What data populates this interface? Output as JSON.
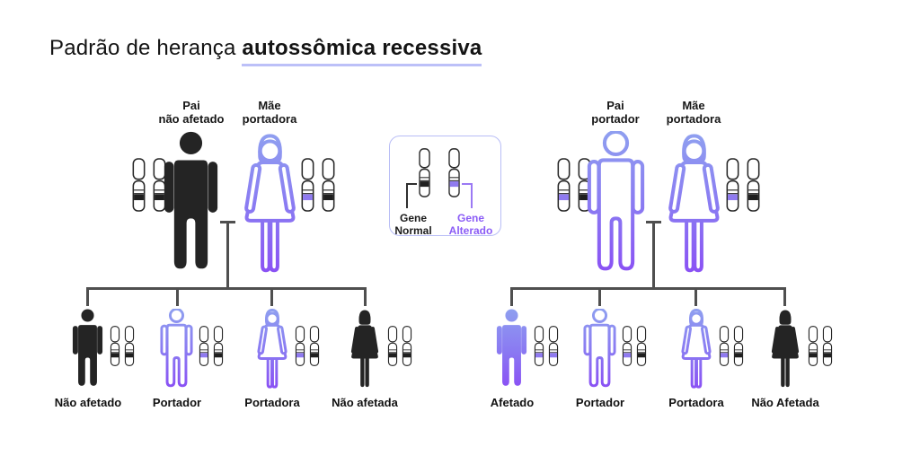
{
  "title": {
    "prefix": "Padrão de herança ",
    "highlight": "autossômica recessiva"
  },
  "legend": {
    "gene_normal": {
      "line1": "Gene",
      "line2": "Normal"
    },
    "gene_altered": {
      "line1": "Gene",
      "line2": "Alterado"
    }
  },
  "families": [
    {
      "side": "left",
      "father": {
        "label_line1": "Pai",
        "label_line2": "não afetado",
        "status": "não afetado",
        "figure": "black-filled",
        "chromosome_bands": [
          "normal",
          "normal"
        ]
      },
      "mother": {
        "label_line1": "Mãe",
        "label_line2": "portadora",
        "status": "portadora",
        "figure": "purple-outline",
        "chromosome_bands": [
          "altered",
          "normal"
        ]
      },
      "children": [
        {
          "label": "Não afetado",
          "sex": "male",
          "status": "não afetado",
          "figure": "black-filled",
          "chromosome_bands": [
            "normal",
            "normal"
          ]
        },
        {
          "label": "Portador",
          "sex": "male",
          "status": "portador",
          "figure": "purple-outline",
          "chromosome_bands": [
            "altered",
            "normal"
          ]
        },
        {
          "label": "Portadora",
          "sex": "female",
          "status": "portadora",
          "figure": "purple-outline",
          "chromosome_bands": [
            "altered",
            "normal"
          ]
        },
        {
          "label": "Não afetada",
          "sex": "female",
          "status": "não afetada",
          "figure": "black-filled",
          "chromosome_bands": [
            "normal",
            "normal"
          ]
        }
      ]
    },
    {
      "side": "right",
      "father": {
        "label_line1": "Pai",
        "label_line2": "portador",
        "status": "portador",
        "figure": "purple-outline",
        "chromosome_bands": [
          "altered",
          "normal"
        ]
      },
      "mother": {
        "label_line1": "Mãe",
        "label_line2": "portadora",
        "status": "portadora",
        "figure": "purple-outline",
        "chromosome_bands": [
          "altered",
          "normal"
        ]
      },
      "children": [
        {
          "label": "Afetado",
          "sex": "male",
          "status": "afetado",
          "figure": "purple-filled",
          "chromosome_bands": [
            "altered",
            "altered"
          ]
        },
        {
          "label": "Portador",
          "sex": "male",
          "status": "portador",
          "figure": "purple-outline",
          "chromosome_bands": [
            "altered",
            "normal"
          ]
        },
        {
          "label": "Portadora",
          "sex": "female",
          "status": "portadora",
          "figure": "purple-outline",
          "chromosome_bands": [
            "altered",
            "normal"
          ]
        },
        {
          "label": "Não Afetada",
          "sex": "female",
          "status": "não afetada",
          "figure": "black-filled",
          "chromosome_bands": [
            "normal",
            "normal"
          ]
        }
      ]
    }
  ],
  "colors": {
    "accent_purple": "#8B5CF6",
    "figure_gradient_top": "#8F9FF0",
    "figure_gradient_bottom": "#8A50F4",
    "figure_black": "#242424",
    "band_altered": "#8F7AF0",
    "band_normal": "#1F1F1F",
    "tree_line": "#4F4F4F",
    "legend_border": "#B8BDF6",
    "title_underline": "#BCC0F8",
    "background": "#FFFFFF"
  }
}
